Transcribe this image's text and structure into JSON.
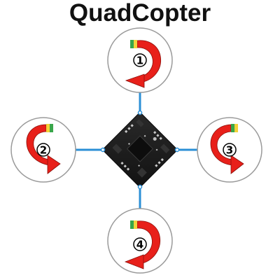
{
  "title": "QuadCopter",
  "colors": {
    "arm": "#2b8fd6",
    "arrow_red": "#e8201a",
    "arrow_yellow": "#f3d23a",
    "arrow_green": "#3aa64a",
    "board": "#1c1c1c",
    "rotor_outline": "#9a9a9a"
  },
  "rotors": [
    {
      "id": "rotor-1",
      "label": "1"
    },
    {
      "id": "rotor-2",
      "label": "2"
    },
    {
      "id": "rotor-3",
      "label": "3"
    },
    {
      "id": "rotor-4",
      "label": "4"
    }
  ]
}
